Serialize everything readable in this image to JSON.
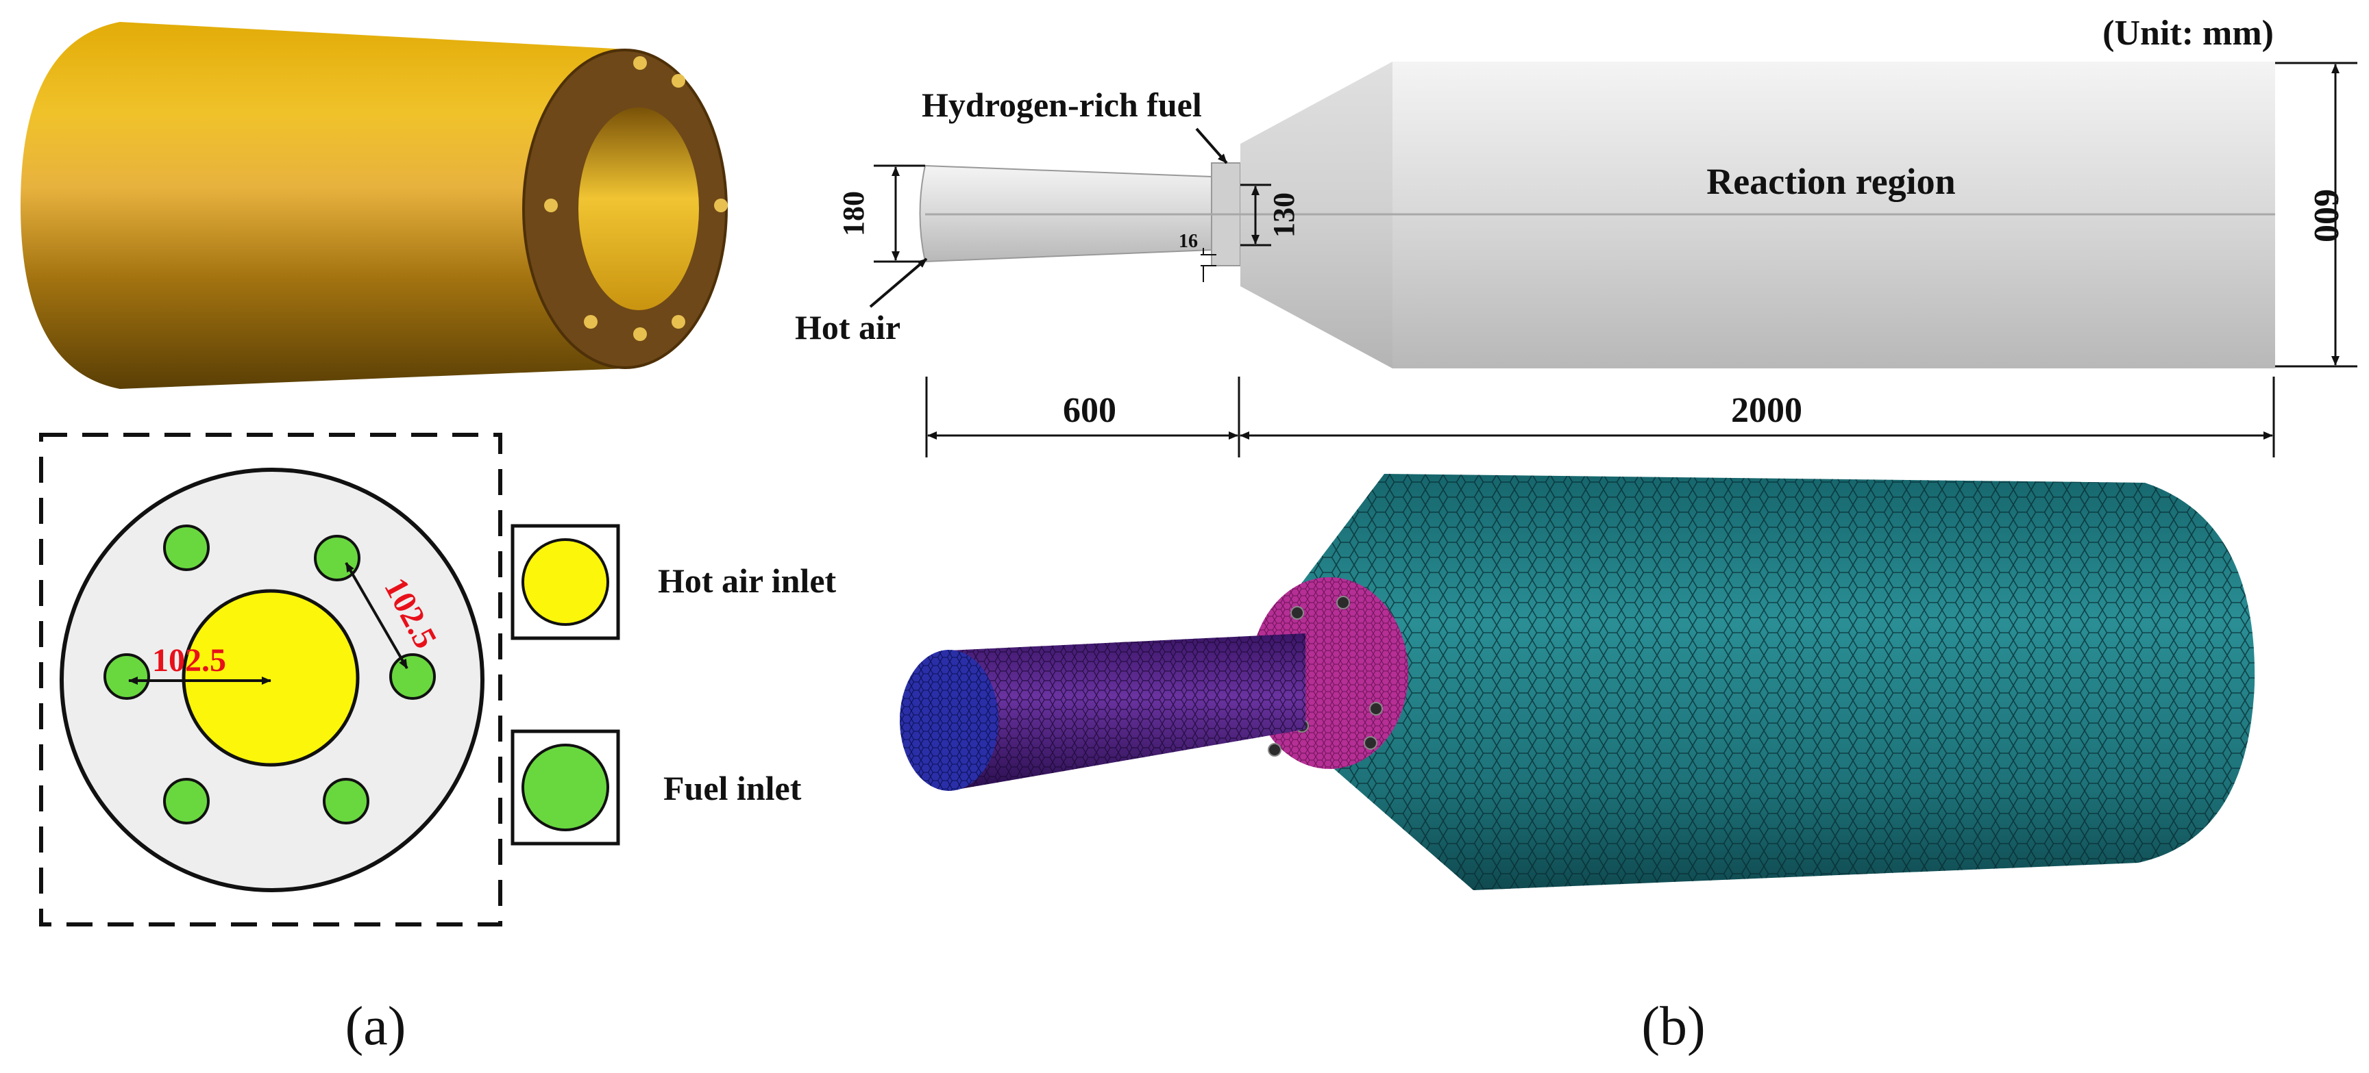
{
  "panel_a": {
    "caption": "(a)",
    "dim_radius": "102.5",
    "dim_spacing": "102.5",
    "legend": [
      {
        "label": "Hot air inlet",
        "color": "#fbf60a"
      },
      {
        "label": "Fuel inlet",
        "color": "#69d83f"
      }
    ]
  },
  "panel_b": {
    "caption": "(b)",
    "unit": "(Unit: mm)",
    "fuel_label": "Hydrogen-rich fuel",
    "air_label": "Hot air",
    "region_label": "Reaction region",
    "dim_inlet_dia": "180",
    "dim_nozzle": "130",
    "dim_gap": "16",
    "dim_outer_dia": "600",
    "dim_inlet_len": "600",
    "dim_chamber_len": "2000"
  },
  "colors": {
    "gold": "#d9a300",
    "flange": "#6e4818",
    "mesh_inlet": "#4a1d7a",
    "mesh_chamber": "#1f7a80",
    "mesh_flange": "#b52f95",
    "dim_red": "#e8101a"
  }
}
